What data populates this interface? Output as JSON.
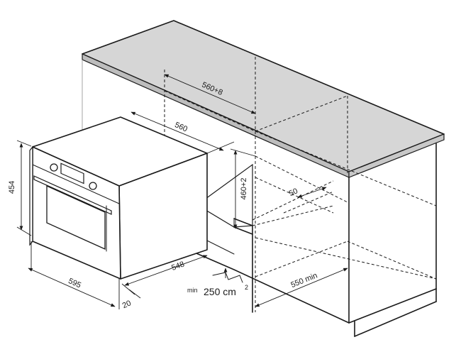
{
  "labels": {
    "oven_height": "454",
    "opening_width": "560+8",
    "oven_body_width": "560",
    "niche_height": "460+2",
    "vent_depth": "50",
    "oven_width": "595",
    "oven_depth": "548",
    "front_offset": "20",
    "vent_area_prefix": "min",
    "vent_area_value": "250 cm",
    "vent_area_exp": "2",
    "niche_depth": "550 min"
  },
  "colors": {
    "line": "#1a1a1a",
    "countertop": "#d6d6d6",
    "countertop_edge": "#bdbdbd"
  }
}
